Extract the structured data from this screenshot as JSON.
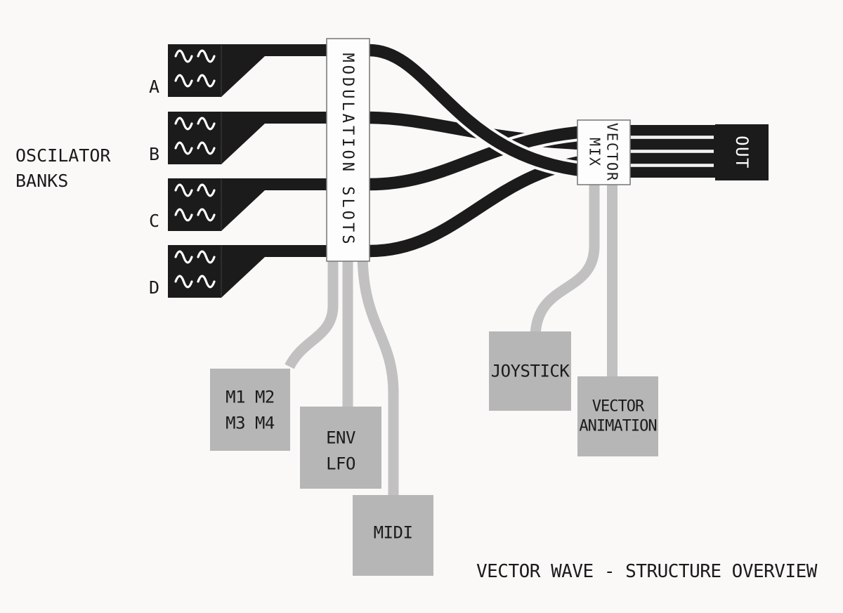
{
  "palette": {
    "background": "#faf9f8",
    "ink": "#1b1b1b",
    "gray_box": "#b6b6b6",
    "gray_cable": "#c1c1c1",
    "panel": "#fdfdfd",
    "panel_border": "#7d7d7d",
    "wave": "#ffffff",
    "separator": "#f2f2f2"
  },
  "icons": {
    "bank_glyph": "sine-wave"
  },
  "left_label": {
    "line1": "OSCILATOR",
    "line2": "BANKS"
  },
  "oscillator_banks": [
    {
      "label": "A"
    },
    {
      "label": "B"
    },
    {
      "label": "C"
    },
    {
      "label": "D"
    }
  ],
  "modulation_slots": {
    "label": "MODULATION SLOTS"
  },
  "vector_mix": {
    "line1": "VECTOR",
    "line2": "MIX"
  },
  "out": {
    "label": "OUT"
  },
  "modulators": {
    "matrix": {
      "line1": "M1 M2",
      "line2": "M3 M4"
    },
    "env_lfo": {
      "line1": "ENV",
      "line2": "LFO"
    },
    "midi": {
      "label": "MIDI"
    }
  },
  "controllers": {
    "joystick": {
      "label": "JOYSTICK"
    },
    "vector_animation": {
      "line1": "VECTOR",
      "line2": "ANIMATION"
    }
  },
  "title": "VECTOR WAVE - STRUCTURE OVERVIEW"
}
